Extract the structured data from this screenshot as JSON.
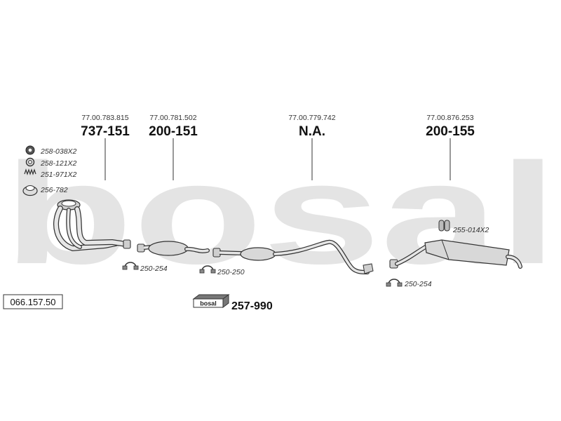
{
  "watermark": {
    "text": "bosal",
    "color": "#e4e4e4"
  },
  "sections": [
    {
      "oe_number": "77.00.783.815",
      "part_number": "737-151"
    },
    {
      "oe_number": "77.00.781.502",
      "part_number": "200-151"
    },
    {
      "oe_number": "77.00.779.742",
      "part_number": "N.A."
    },
    {
      "oe_number": "77.00.876.253",
      "part_number": "200-155"
    }
  ],
  "fittings": {
    "f1": "258-038X2",
    "f2": "258-121X2",
    "f3": "251-971X2",
    "f4": "256-782",
    "c1": "250-254",
    "c2": "250-250",
    "c3": "250-254",
    "c4": "255-014X2"
  },
  "kit": {
    "box_label": "bosal",
    "number": "257-990"
  },
  "reference_box": "066.157.50",
  "colors": {
    "line": "#333333",
    "pipe_fill": "#d8d8d8",
    "box_fill": "#ffffff"
  }
}
